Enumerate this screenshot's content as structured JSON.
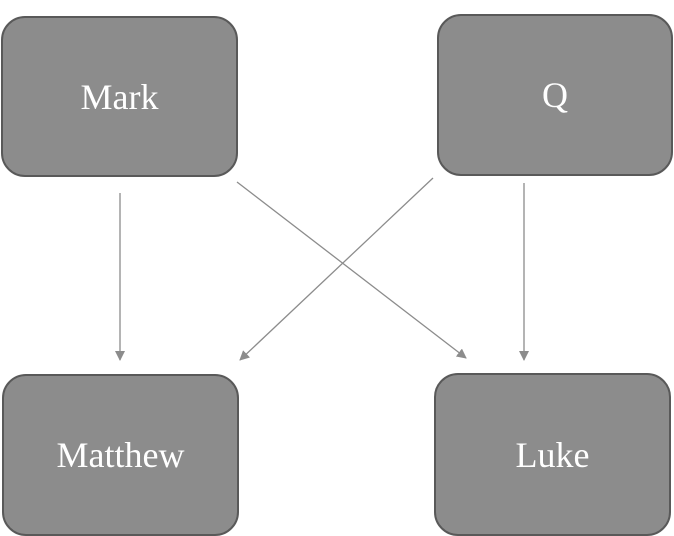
{
  "colors": {
    "node_fill": "#8c8c8c",
    "node_border": "#595959",
    "node_text": "#ffffff",
    "edge": "#8c8c8c",
    "background": "#ffffff"
  },
  "nodes": {
    "mark": {
      "label": "Mark"
    },
    "q": {
      "label": "Q"
    },
    "matthew": {
      "label": "Matthew"
    },
    "luke": {
      "label": "Luke"
    }
  },
  "edges": [
    {
      "from": "mark",
      "to": "matthew"
    },
    {
      "from": "mark",
      "to": "luke"
    },
    {
      "from": "q",
      "to": "matthew"
    },
    {
      "from": "q",
      "to": "luke"
    }
  ]
}
